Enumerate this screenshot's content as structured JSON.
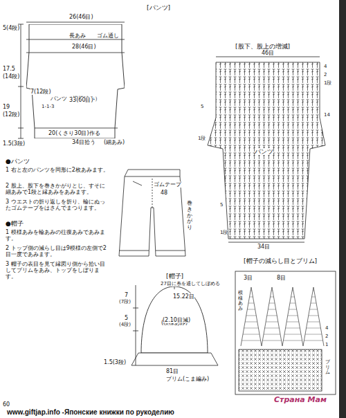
{
  "diagram": {
    "nodes": [
      {
        "text": [
          "パンツ（模様編み）"
        ]
      },
      {
        "text": [
          "(模様あみ)"
        ]
      }
    ],
    "labels": [
      "[パンツ]",
      "26(46目)",
      "5(4段)",
      "長あみ",
      "ゴム通し",
      "28(46目)",
      "17.5",
      "(14段)",
      "7(12段)",
      "33(60目)",
      "1-1-3",
      "19",
      "(12段)",
      "20(くさり30目)作る",
      "34目拾う",
      "1.5(3段)",
      "(細あみ)",
      "●パンツ",
      "1 右と左のパンツを同形に2枚あみます。",
      "2 股上、股下を巻きかがりとじ、すそに細あみで1段と縁あみをあみます。",
      "3 ウエストの折り返しを折り、輪にぬったゴムテープをはさんでまつります。",
      "●帽子",
      "1 模様あみを輪あみの往復あみであみます。",
      "2 トップ側の減らし目は9模様の左側で2目一度であみます。",
      "3 帽子の表目を見て縁図り側から拾い目してブリムをあみ、トップをしぼります。",
      "ゴムテープ",
      "48",
      "巻きかがり",
      "[股下、股上の増減]",
      "46目",
      "4",
      "2",
      "1段",
      "14",
      "5",
      "1段",
      "パンツ",
      "5",
      "1段",
      "34目",
      "[帽子]",
      "27目に糸を通してしぼめる",
      "7",
      "(7段)",
      "15.22目",
      "(2.10目減)",
      "5",
      "(4段)",
      "1.5(3段)",
      "81目",
      "ブリム(こま編み)",
      "[帽子の減らし目とブリム]",
      "3目",
      "8目",
      "4",
      "2",
      "1",
      "模様あみ",
      "ブリム",
      "60",
      "www.giftjap.info -Японские книжки по рукоделию",
      "Страна Мам"
    ]
  }
}
